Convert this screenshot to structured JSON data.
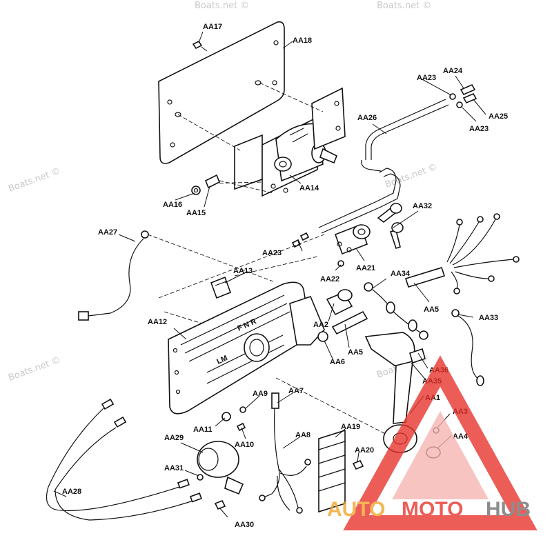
{
  "labels": {
    "AA1": "AA1",
    "AA2": "AA2",
    "AA3": "AA3",
    "AA4": "AA4",
    "AA5a": "AA5",
    "AA5b": "AA5",
    "AA6": "AA6",
    "AA7": "AA7",
    "AA8": "AA8",
    "AA9": "AA9",
    "AA10": "AA10",
    "AA11": "AA11",
    "AA12": "AA12",
    "AA13": "AA13",
    "AA14": "AA14",
    "AA15": "AA15",
    "AA16": "AA16",
    "AA17": "AA17",
    "AA18": "AA18",
    "AA19": "AA19",
    "AA20": "AA20",
    "AA21": "AA21",
    "AA22": "AA22",
    "AA23a": "AA23",
    "AA23b": "AA23",
    "AA23c": "AA23",
    "AA24": "AA24",
    "AA25": "AA25",
    "AA26": "AA26",
    "AA27": "AA27",
    "AA28": "AA28",
    "AA29": "AA29",
    "AA30": "AA30",
    "AA31": "AA31",
    "AA32": "AA32",
    "AA33": "AA33",
    "AA34": "AA34",
    "AA35": "AA35",
    "AA36": "AA36"
  },
  "panel_markings": {
    "gear": "F  N  R",
    "brand": "LM"
  },
  "watermark": "Boats.net ©",
  "logo": {
    "part1": "AUTO",
    "part2": "MOTO",
    "part3": "HUB"
  },
  "colors": {
    "logo_red": "#e8302a",
    "logo_orange": "#f2a227",
    "logo_gray": "#6e6e6e",
    "watermark": "#c8c8c8"
  }
}
